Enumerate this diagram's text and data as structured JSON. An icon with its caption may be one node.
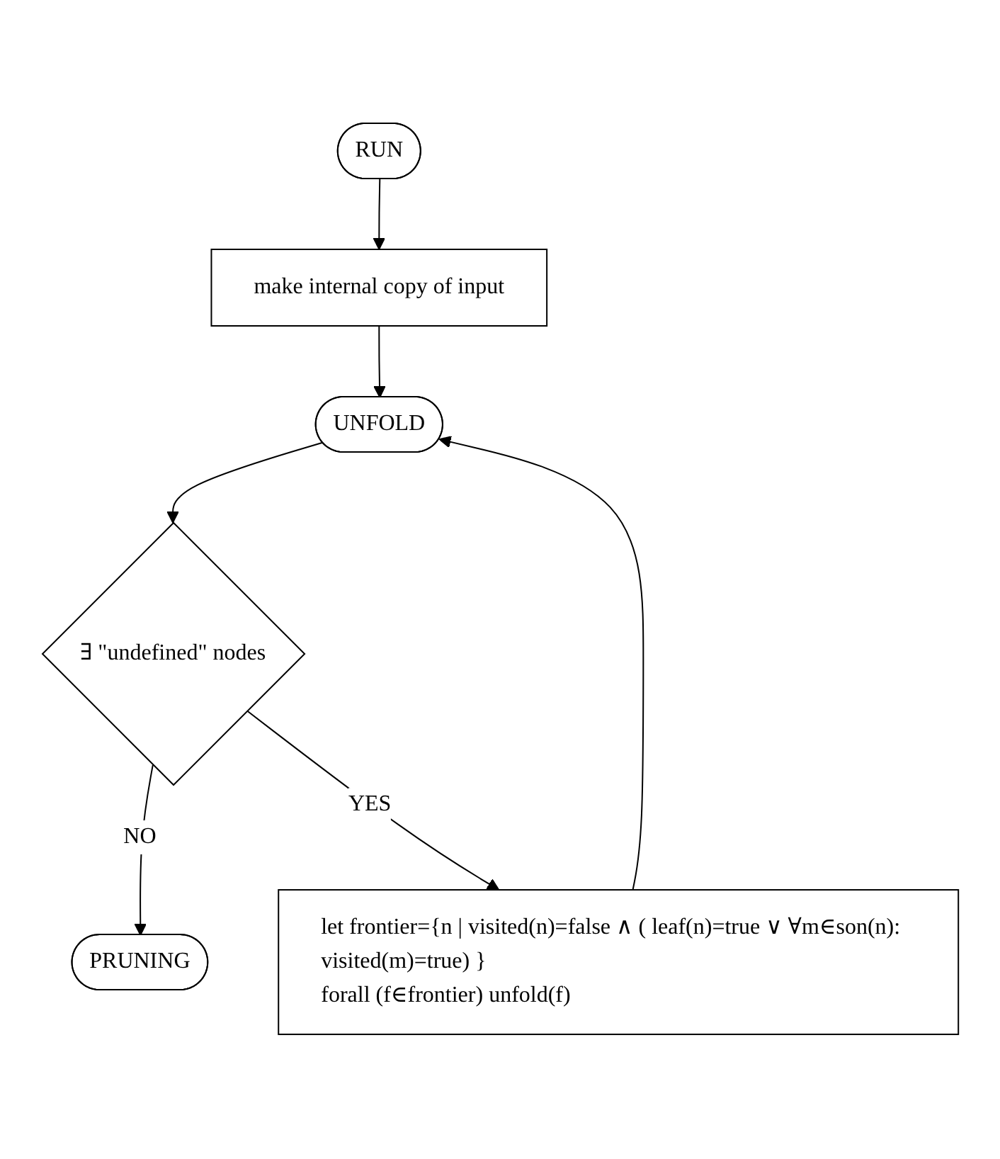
{
  "diagram": {
    "nodes": [
      {
        "text": [
          "RUN"
        ]
      },
      {
        "text": [
          "make internal copy of input"
        ]
      },
      {
        "text": [
          "UNFOLD"
        ]
      },
      {
        "text": [
          "∃ \"undefined\" nodes"
        ]
      },
      {
        "text": [
          "PRUNING"
        ]
      },
      {
        "text": [
          "let frontier={n | visited(n)=false ∧ ( leaf(n)=true ∨ ∀m∈son(n): visited(m)=true) }",
          "forall (f∈frontier) unfold(f)"
        ]
      }
    ],
    "edges": [
      {
        "from": 0,
        "to": 1,
        "arrow": "to"
      },
      {
        "from": 1,
        "to": 2,
        "arrow": "to"
      },
      {
        "from": 2,
        "to": 3,
        "arrow": "to"
      },
      {
        "from": 3,
        "to": 4,
        "label": "NO",
        "arrow": "to"
      },
      {
        "from": 3,
        "to": 5,
        "label": "YES",
        "arrow": "to"
      },
      {
        "from": 5,
        "to": 2,
        "arrow": "to"
      }
    ]
  }
}
